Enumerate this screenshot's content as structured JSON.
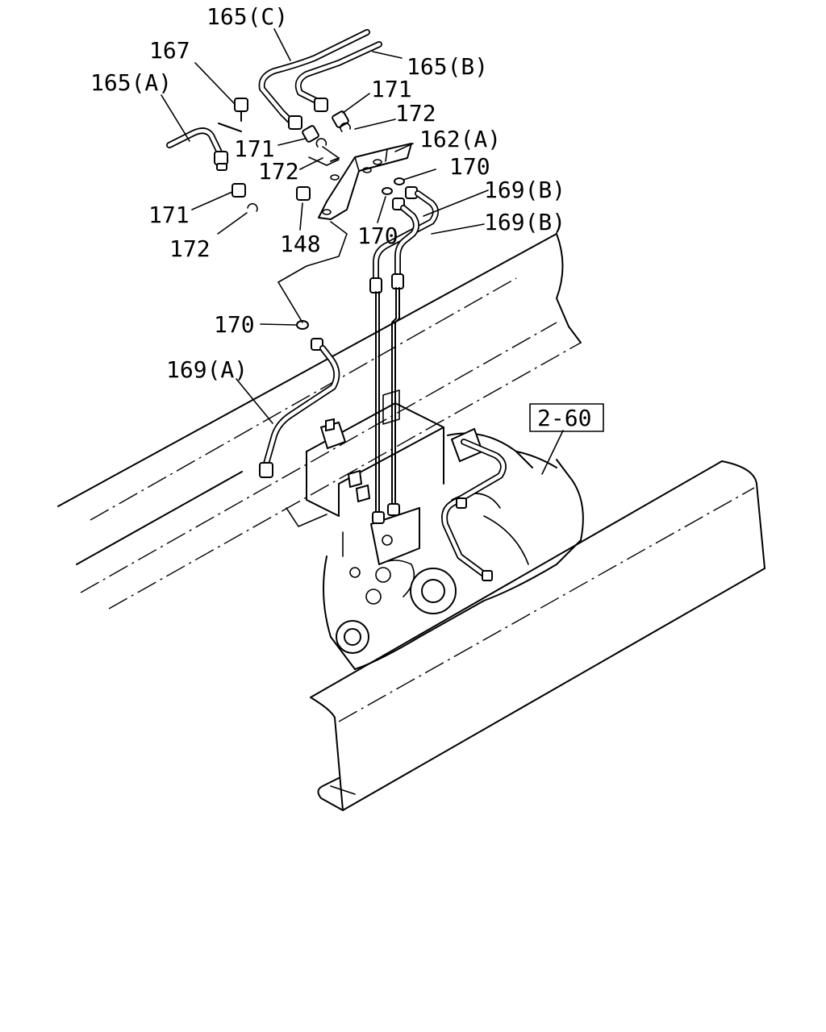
{
  "labels": {
    "l165c": "165(C)",
    "l165b": "165(B)",
    "l167": "167",
    "l165a": "165(A)",
    "l171a": "171",
    "l172a": "172",
    "l162a": "162(A)",
    "l171b": "171",
    "l170a": "170",
    "l172b": "172",
    "l169b1": "169(B)",
    "l171c": "171",
    "l148": "148",
    "l169b2": "169(B)",
    "l172c": "172",
    "l170b": "170",
    "l170c": "170",
    "l169a": "169(A)",
    "ref": "2-60"
  }
}
